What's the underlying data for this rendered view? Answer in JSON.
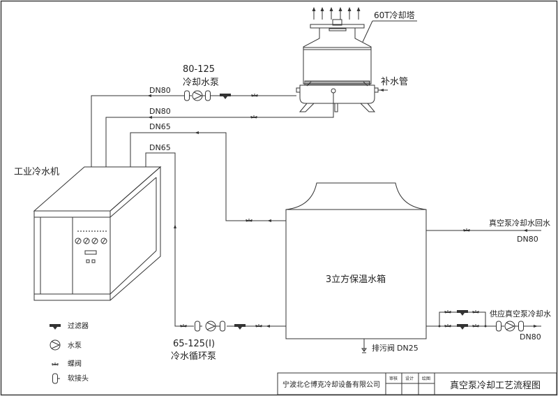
{
  "drawing": {
    "title": "真空泵冷却工艺流程图",
    "company": "宁波北仑博克冷却设备有限公司",
    "signoff_labels": [
      "审核",
      "设计",
      "绘图"
    ]
  },
  "equipment": {
    "cooling_tower": {
      "label": "60T冷却塔",
      "makeup_pipe_label": "补水管"
    },
    "chiller": {
      "label": "工业冷水机"
    },
    "tank": {
      "label": "3立方保温水箱"
    },
    "drain": {
      "label": "排污阀",
      "size": "DN25"
    },
    "cooling_pump": {
      "model": "80-125",
      "label": "冷却水泵"
    },
    "circulation_pump": {
      "model": "65-125(I)",
      "label": "冷水循环泵"
    }
  },
  "pipes": [
    {
      "id": "p1",
      "size": "DN80"
    },
    {
      "id": "p2",
      "size": "DN80"
    },
    {
      "id": "p3",
      "size": "DN65"
    },
    {
      "id": "p4",
      "size": "DN65"
    }
  ],
  "external": {
    "return": {
      "label": "真空泵冷却水回水",
      "size": "DN80"
    },
    "supply": {
      "label": "供应真空泵冷却水",
      "size": "DN80"
    }
  },
  "legend": [
    {
      "icon": "filter-icon",
      "label": "过滤器"
    },
    {
      "icon": "pump-icon",
      "label": "水泵"
    },
    {
      "icon": "butterfly-valve-icon",
      "label": "蝶阀"
    },
    {
      "icon": "flexible-joint-icon",
      "label": "软接头"
    }
  ]
}
